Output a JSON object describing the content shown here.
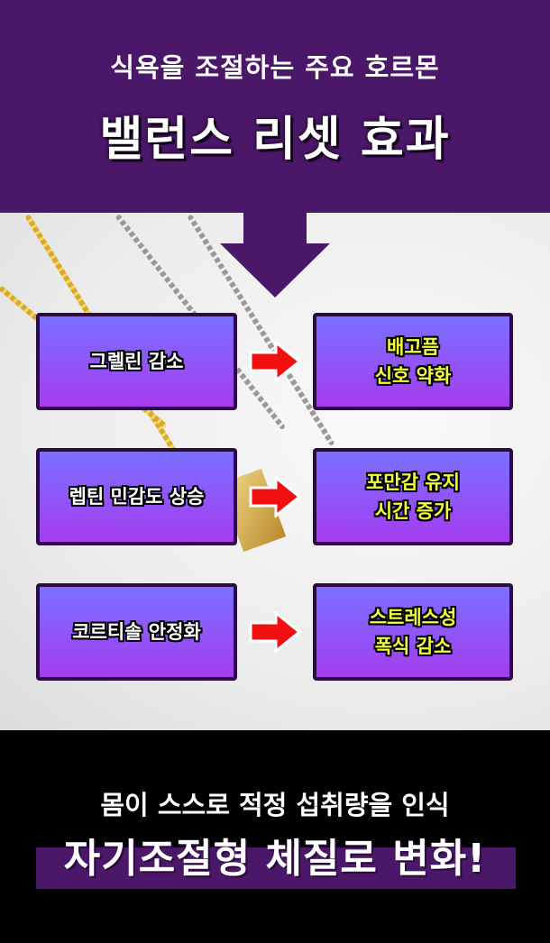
{
  "header": {
    "subtitle": "식욕을 조절하는 주요 호르몬",
    "title": "밸런스 리셋 효과"
  },
  "rows": [
    {
      "cause": "그렐린 감소",
      "effect_line1": "배고픔",
      "effect_line2": "신호 약화"
    },
    {
      "cause": "렙틴 민감도 상승",
      "effect_line1": "포만감 유지",
      "effect_line2": "시간 증가"
    },
    {
      "cause": "코르티솔 안정화",
      "effect_line1": "스트레스성",
      "effect_line2": "폭식 감소"
    }
  ],
  "footer": {
    "line1": "몸이 스스로 적정 섭취량을 인식",
    "line2": "자기조절형 체질로 변화!"
  },
  "colors": {
    "purple": "#4b1769",
    "arrow_red": "#f01010",
    "effect_text": "#f2ff3a"
  }
}
